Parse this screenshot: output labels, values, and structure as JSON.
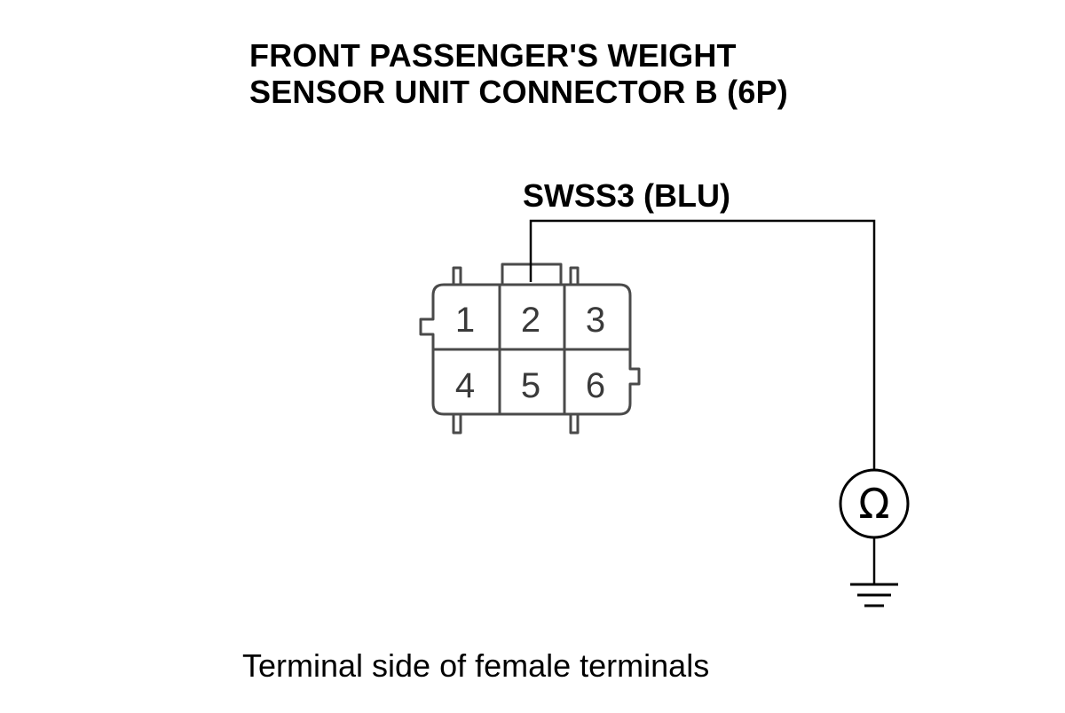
{
  "title": {
    "line1": "FRONT PASSENGER'S WEIGHT",
    "line2": "SENSOR UNIT CONNECTOR B (6P)"
  },
  "wire": {
    "label": "SWSS3 (BLU)"
  },
  "connector": {
    "terminals": [
      "1",
      "2",
      "3",
      "4",
      "5",
      "6"
    ],
    "probed_terminal": "2"
  },
  "meter": {
    "symbol": "Ω",
    "icon": "ohmmeter-icon"
  },
  "ground": {
    "icon": "ground-icon"
  },
  "caption": "Terminal side of female terminals"
}
